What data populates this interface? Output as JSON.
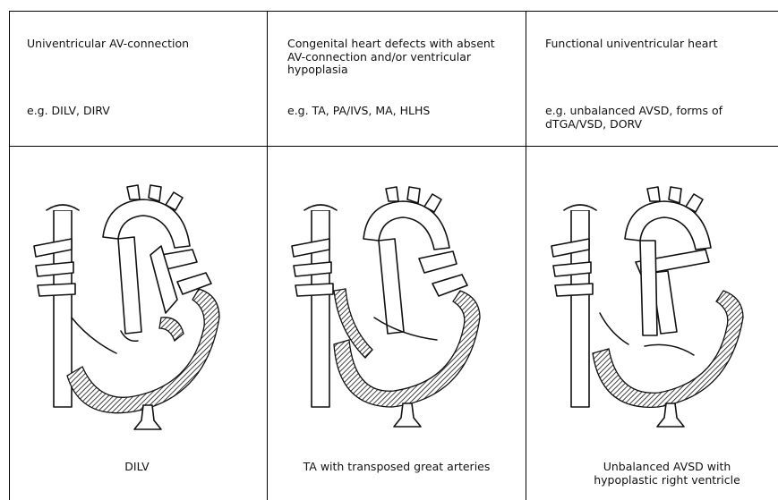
{
  "columns": [
    {
      "title": "Univentricular AV-connection",
      "example": "e.g. DILV, DIRV",
      "caption": "DILV"
    },
    {
      "title": "Congenital heart defects with absent AV-connection and/or ventricular hypoplasia",
      "example": "e.g. TA, PA/IVS, MA, HLHS",
      "caption": "TA with transposed great arteries"
    },
    {
      "title": "Functional univentricular heart",
      "example": "e.g. unbalanced AVSD, forms of dTGA/VSD, DORV",
      "caption": "Unbalanced AVSD with hypoplastic right ventricle"
    }
  ]
}
